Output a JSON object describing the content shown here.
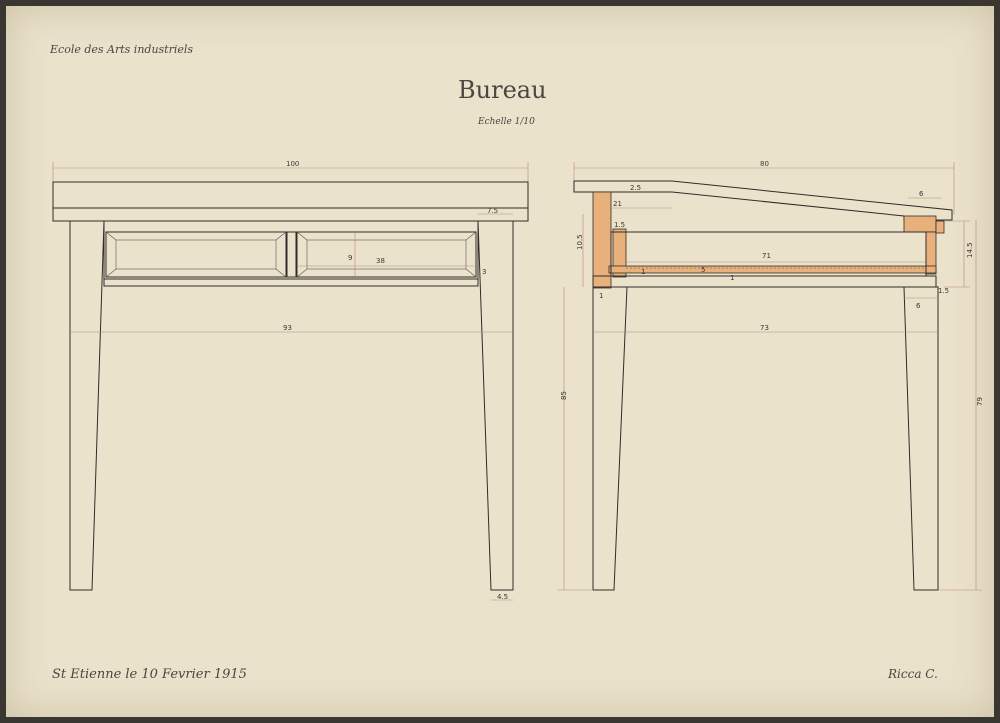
{
  "school": "Ecole des Arts industriels",
  "title": "Bureau",
  "scale": "Echelle 1/10",
  "place_date": "St Etienne le 10 Fevrier 1915",
  "author": "Ricca C.",
  "front_view": {
    "dims": [
      "100",
      "7.5",
      "9",
      "38",
      "3",
      "93",
      "4.5"
    ]
  },
  "side_view": {
    "dims": [
      "80",
      "2.5",
      "6",
      "21",
      "1.5",
      "10.5",
      "71",
      "14.5",
      "1",
      "5",
      "1",
      "1",
      "1.5",
      "6",
      "85",
      "73",
      "79"
    ]
  },
  "colors": {
    "paper": "#ebe2cc",
    "wood": "#e8b07a",
    "ink": "#2f2d2a",
    "dimension": "#b9857a"
  }
}
